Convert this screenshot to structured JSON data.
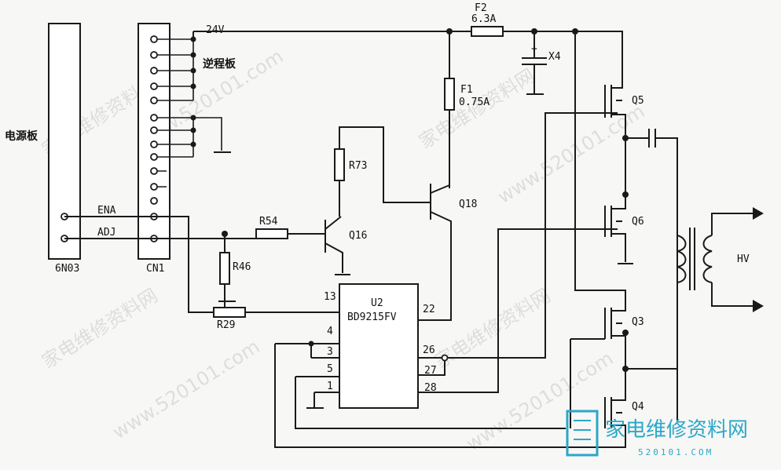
{
  "labels": {
    "power_board": "电源板",
    "inverter_board": "逆程板",
    "supply_24v": "24V",
    "connector_left": "6N03",
    "connector_right": "CN1",
    "ena": "ENA",
    "adj": "ADJ",
    "fuse_f2_name": "F2",
    "fuse_f2_value": "6.3A",
    "fuse_f1_name": "F1",
    "fuse_f1_value": "0.75A",
    "cap_x4": "X4",
    "r73": "R73",
    "r54": "R54",
    "r46": "R46",
    "r29": "R29",
    "q16": "Q16",
    "q18": "Q18",
    "q5": "Q5",
    "q6": "Q6",
    "q3": "Q3",
    "q4": "Q4",
    "hv": "HV",
    "ic_ref": "U2",
    "ic_part": "BD9215FV",
    "pins": {
      "p13": "13",
      "p22": "22",
      "p4": "4",
      "p3": "3",
      "p5": "5",
      "p1": "1",
      "p26": "26",
      "p27": "27",
      "p28": "28"
    }
  },
  "watermark": {
    "text": "家电维修资料网",
    "url": "www.520101.com",
    "logo_text": "家电维修资料网",
    "logo_url": "520101.COM"
  }
}
